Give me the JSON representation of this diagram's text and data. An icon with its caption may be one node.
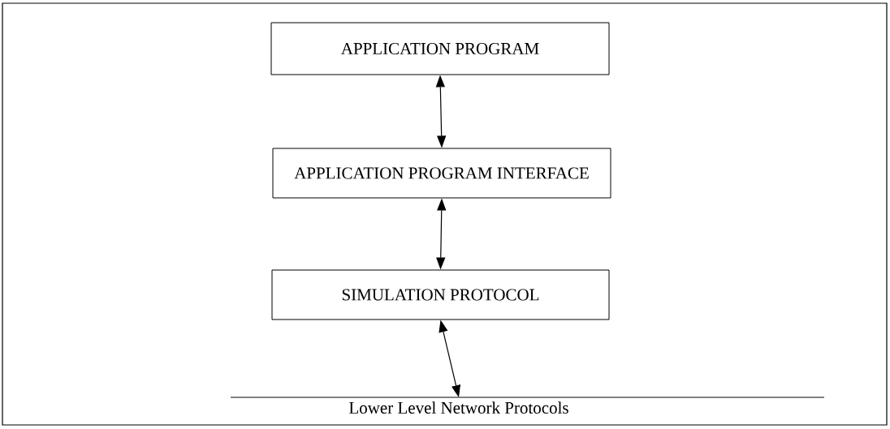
{
  "diagram": {
    "nodes": [
      {
        "text": [
          "APPLICATION PROGRAM"
        ]
      },
      {
        "text": [
          "APPLICATION PROGRAM INTERFACE"
        ]
      },
      {
        "text": [
          "SIMULATION PROTOCOL"
        ]
      },
      {
        "text": [
          "Lower Level Network Protocols"
        ]
      }
    ],
    "edges": [
      {
        "from": 0,
        "to": 1,
        "arrow": "both"
      },
      {
        "from": 1,
        "to": 2,
        "arrow": "both"
      },
      {
        "from": 2,
        "to": 3,
        "arrow": "both"
      }
    ]
  }
}
